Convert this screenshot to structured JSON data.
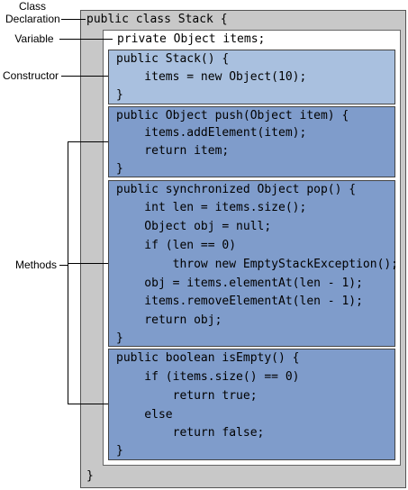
{
  "labels": {
    "class_declaration_line1": "Class",
    "class_declaration_line2": "Declaration",
    "variable": "Variable",
    "constructor": "Constructor",
    "methods": "Methods"
  },
  "code": {
    "class_header": "public class Stack {",
    "class_close": "}",
    "field": "private Object items;",
    "constructor": [
      "public Stack() {",
      "    items = new Object(10);",
      "}"
    ],
    "push": [
      "public Object push(Object item) {",
      "    items.addElement(item);",
      "    return item;",
      "}"
    ],
    "pop": [
      "public synchronized Object pop() {",
      "    int len = items.size();",
      "    Object obj = null;",
      "    if (len == 0)",
      "        throw new EmptyStackException();",
      "    obj = items.elementAt(len - 1);",
      "    items.removeElementAt(len - 1);",
      "    return obj;",
      "}"
    ],
    "is_empty": [
      "public boolean isEmpty() {",
      "    if (items.size() == 0)",
      "        return true;",
      "    else",
      "        return false;",
      "}"
    ]
  },
  "colors": {
    "outer_frame": "#c8c8c8",
    "constructor_block": "#a9c0df",
    "method_block": "#7f9ccb"
  }
}
